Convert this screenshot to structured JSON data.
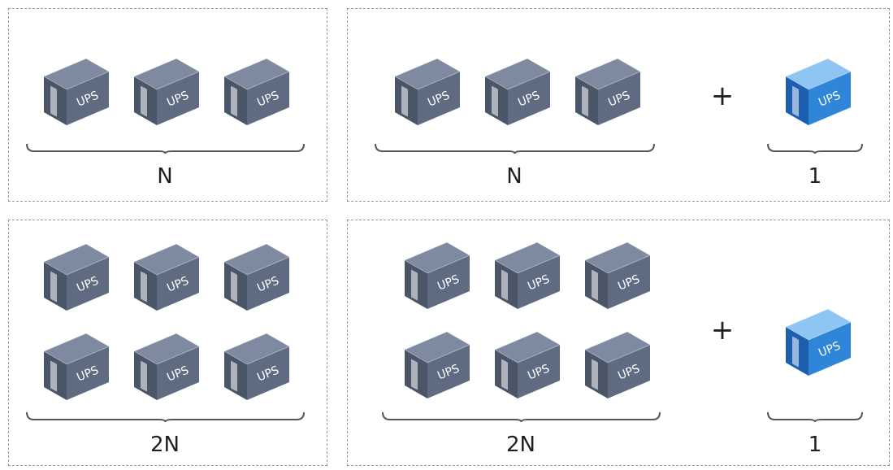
{
  "ups_text": "UPS",
  "colors": {
    "gray_top": "#7d8aa0",
    "gray_front": "#5e6b80",
    "gray_side": "#4a5568",
    "blue_top": "#8ec5f2",
    "blue_front": "#2f86d8",
    "blue_side": "#1c5fae"
  },
  "panels": [
    {
      "id": "n",
      "count_label": "N"
    },
    {
      "id": "n-plus-1",
      "count_label": "N",
      "plus": "+",
      "extra_label": "1"
    },
    {
      "id": "2n",
      "count_label": "2N"
    },
    {
      "id": "2n-plus-1",
      "count_label": "2N",
      "plus": "+",
      "extra_label": "1"
    }
  ]
}
